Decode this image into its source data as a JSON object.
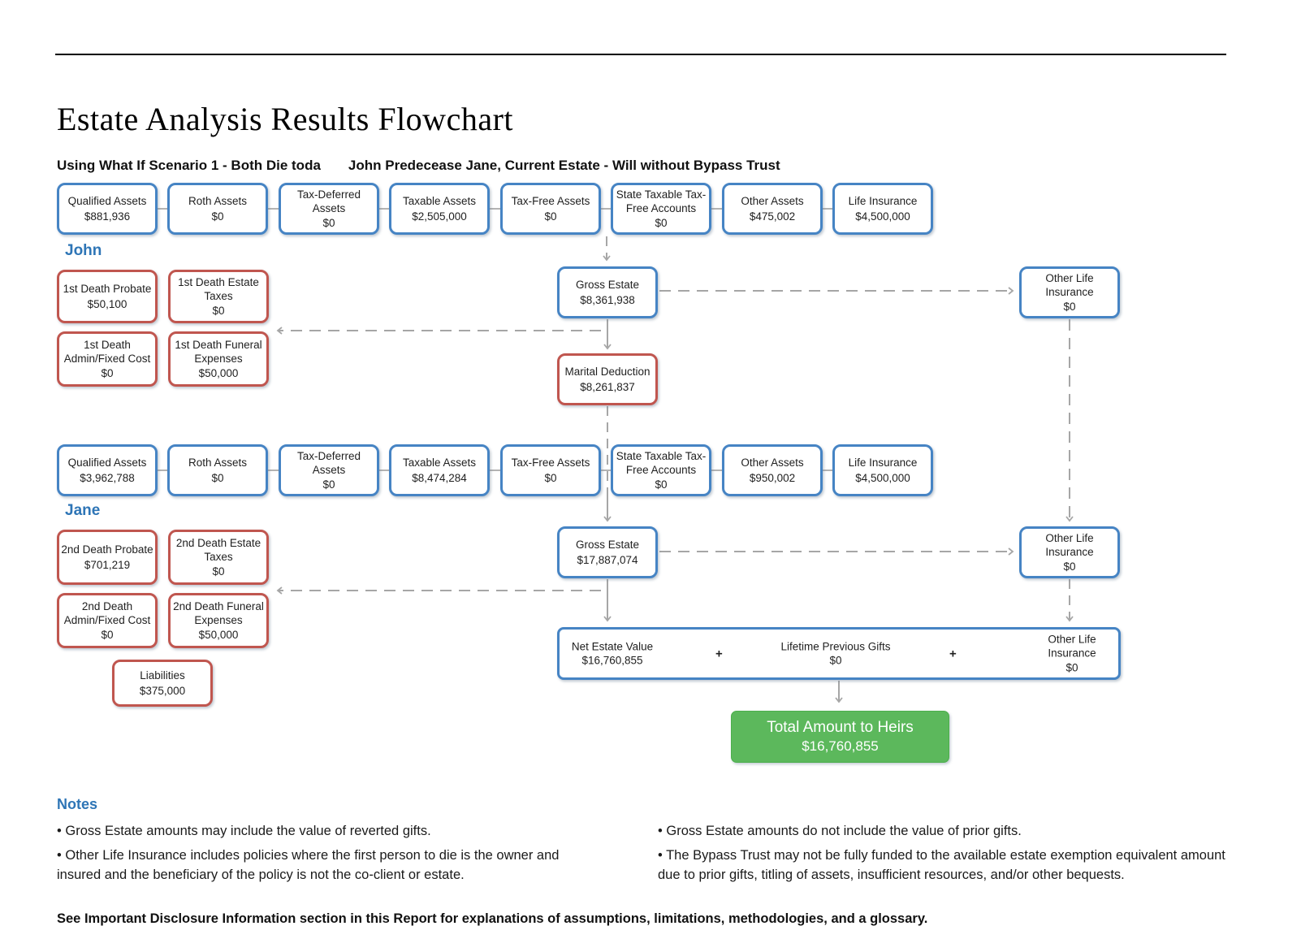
{
  "header": {
    "title": "Estate Analysis Results Flowchart",
    "scenario_left": "Using What If Scenario 1 - Both Die toda",
    "scenario_right": "John Predecease Jane, Current Estate - Will without Bypass Trust"
  },
  "colors": {
    "blue_border": "#4684c4",
    "red_border": "#c0564f",
    "green": "#5cb85c",
    "line_gray": "#a6a6a6",
    "heading_blue": "#2e75b6"
  },
  "row1": [
    {
      "label": "Qualified Assets",
      "value": "$881,936"
    },
    {
      "label": "Roth Assets",
      "value": "$0"
    },
    {
      "label": "Tax-Deferred Assets",
      "value": "$0"
    },
    {
      "label": "Taxable Assets",
      "value": "$2,505,000"
    },
    {
      "label": "Tax-Free Assets",
      "value": "$0"
    },
    {
      "label": "State Taxable Tax-Free Accounts",
      "value": "$0"
    },
    {
      "label": "Other Assets",
      "value": "$475,002"
    },
    {
      "label": "Life Insurance",
      "value": "$4,500,000"
    }
  ],
  "row2": [
    {
      "label": "Qualified Assets",
      "value": "$3,962,788"
    },
    {
      "label": "Roth Assets",
      "value": "$0"
    },
    {
      "label": "Tax-Deferred Assets",
      "value": "$0"
    },
    {
      "label": "Taxable Assets",
      "value": "$8,474,284"
    },
    {
      "label": "Tax-Free Assets",
      "value": "$0"
    },
    {
      "label": "State Taxable Tax-Free Accounts",
      "value": "$0"
    },
    {
      "label": "Other Assets",
      "value": "$950,002"
    },
    {
      "label": "Life Insurance",
      "value": "$4,500,000"
    }
  ],
  "john": {
    "name": "John",
    "boxes": [
      {
        "label": "1st Death Probate",
        "value": "$50,100"
      },
      {
        "label": "1st Death Estate Taxes",
        "value": "$0"
      },
      {
        "label": "1st Death Admin/Fixed Cost",
        "value": "$0"
      },
      {
        "label": "1st Death Funeral Expenses",
        "value": "$50,000"
      }
    ],
    "gross_estate": {
      "label": "Gross Estate",
      "value": "$8,361,938"
    },
    "marital_deduction": {
      "label": "Marital Deduction",
      "value": "$8,261,837"
    },
    "other_life_insurance": {
      "label": "Other Life Insurance",
      "value": "$0"
    }
  },
  "jane": {
    "name": "Jane",
    "boxes": [
      {
        "label": "2nd Death Probate",
        "value": "$701,219"
      },
      {
        "label": "2nd Death Estate Taxes",
        "value": "$0"
      },
      {
        "label": "2nd Death Admin/Fixed Cost",
        "value": "$0"
      },
      {
        "label": "2nd Death Funeral Expenses",
        "value": "$50,000"
      }
    ],
    "liabilities": {
      "label": "Liabilities",
      "value": "$375,000"
    },
    "gross_estate": {
      "label": "Gross Estate",
      "value": "$17,887,074"
    },
    "other_life_insurance": {
      "label": "Other Life Insurance",
      "value": "$0"
    }
  },
  "net_estate": {
    "left": {
      "label": "Net Estate Value",
      "value": "$16,760,855"
    },
    "plus": "+",
    "middle": {
      "label": "Lifetime Previous Gifts",
      "value": "$0"
    },
    "right": {
      "label": "Other Life Insurance",
      "value": "$0"
    }
  },
  "total": {
    "label": "Total Amount to Heirs",
    "value": "$16,760,855"
  },
  "notes": {
    "heading": "Notes",
    "left": [
      "• Gross Estate amounts may include the value of reverted gifts.",
      "• Other Life Insurance includes policies where the first person to die is the owner and insured and the beneficiary of the policy is not the co-client or estate."
    ],
    "right": [
      "• Gross Estate amounts do not include the value of prior gifts.",
      "• The Bypass Trust may not be fully funded to the available estate exemption equivalent amount due to prior gifts, titling of assets, insufficient resources, and/or other bequests."
    ]
  },
  "footer": {
    "disclosure": "See Important Disclosure Information section in this Report for explanations of assumptions, limitations, methodologies, and a glossary."
  }
}
